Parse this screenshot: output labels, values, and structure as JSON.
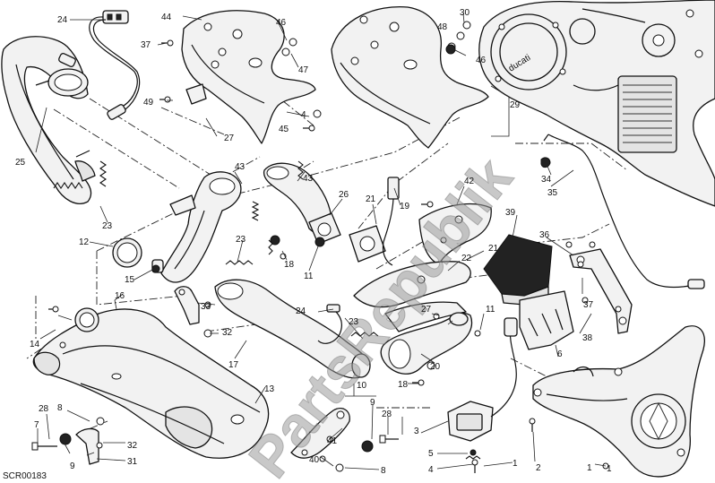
{
  "watermark": "PartsRepublik",
  "drawing_code": "SCR00183",
  "engine_label": "ducati",
  "callouts": [
    "1",
    "1",
    "1",
    "2",
    "3",
    "4",
    "4",
    "5",
    "6",
    "7",
    "8",
    "8",
    "9",
    "9",
    "10",
    "11",
    "11",
    "12",
    "13",
    "14",
    "15",
    "16",
    "17",
    "18",
    "18",
    "19",
    "20",
    "21",
    "21",
    "22",
    "23",
    "23",
    "23",
    "24",
    "24",
    "25",
    "26",
    "27",
    "27",
    "28",
    "28",
    "29",
    "30",
    "31",
    "32",
    "32",
    "33",
    "34",
    "35",
    "36",
    "37",
    "37",
    "38",
    "39",
    "40",
    "41",
    "42",
    "43",
    "43",
    "44",
    "45",
    "46",
    "46",
    "47",
    "48",
    "49"
  ]
}
